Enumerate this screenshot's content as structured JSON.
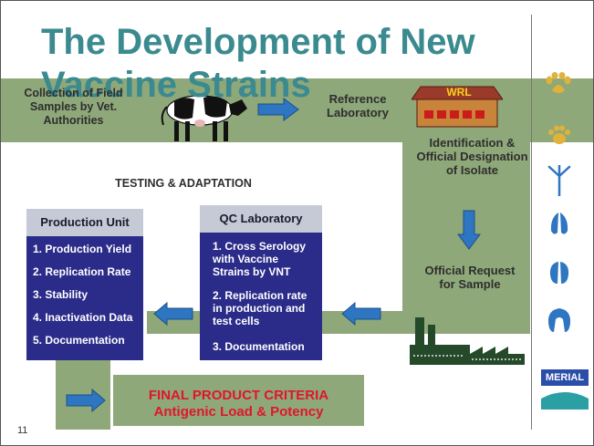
{
  "slide": {
    "title": "The Development of New Vaccine Strains",
    "page_number": "11"
  },
  "flow": {
    "collection": "Collection of Field Samples by Vet. Authorities",
    "reference_lab": "Reference Laboratory",
    "wrl": "WRL",
    "identification": "Identification & Official Designation of Isolate",
    "official_request": "Official Request for Sample",
    "testing_heading": "TESTING & ADAPTATION"
  },
  "production_unit": {
    "title": "Production Unit",
    "items": [
      "1. Production Yield",
      "2. Replication Rate",
      "3. Stability",
      "4. Inactivation Data",
      "5. Documentation"
    ]
  },
  "qc_lab": {
    "title": "QC Laboratory",
    "items": [
      "1. Cross Serology with Vaccine Strains by VNT",
      "2. Replication rate in production and test cells",
      "3. Documentation"
    ]
  },
  "final_criteria": {
    "line1": "FINAL PRODUCT CRITERIA",
    "line2": "Antigenic Load & Potency"
  },
  "sidebar": {
    "logo_text": "MERIAL",
    "icons": [
      "dog-paw-icon",
      "cat-paw-icon",
      "bird-foot-icon",
      "cloven-hoof-icon",
      "pig-hoof-icon",
      "horse-hoof-icon"
    ]
  },
  "colors": {
    "band": "#8fa87a",
    "title": "#3a8a8f",
    "box": "#2b2b8a",
    "arrow": "#2e76c2",
    "final_text": "#e0152a"
  }
}
